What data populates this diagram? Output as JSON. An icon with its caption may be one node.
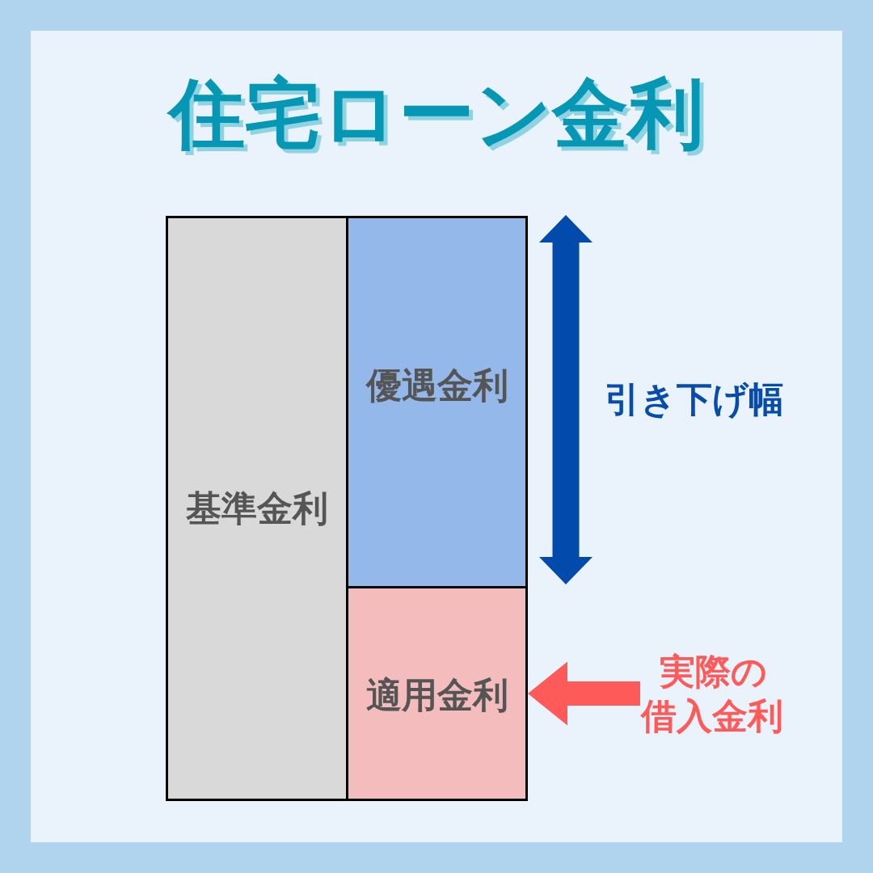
{
  "diagram": {
    "title": "住宅ローン金利",
    "nodes": [
      {
        "text": [
          "基準金利"
        ]
      },
      {
        "text": [
          "優遇金利"
        ]
      },
      {
        "text": [
          "適用金利"
        ]
      },
      {
        "text": [
          "実際の借入金利"
        ]
      }
    ],
    "edges": [
      {
        "from": 3,
        "to": 2,
        "arrow": "to",
        "color": "#ff5a5a"
      }
    ],
    "labels": [
      "引き下げ幅"
    ]
  }
}
